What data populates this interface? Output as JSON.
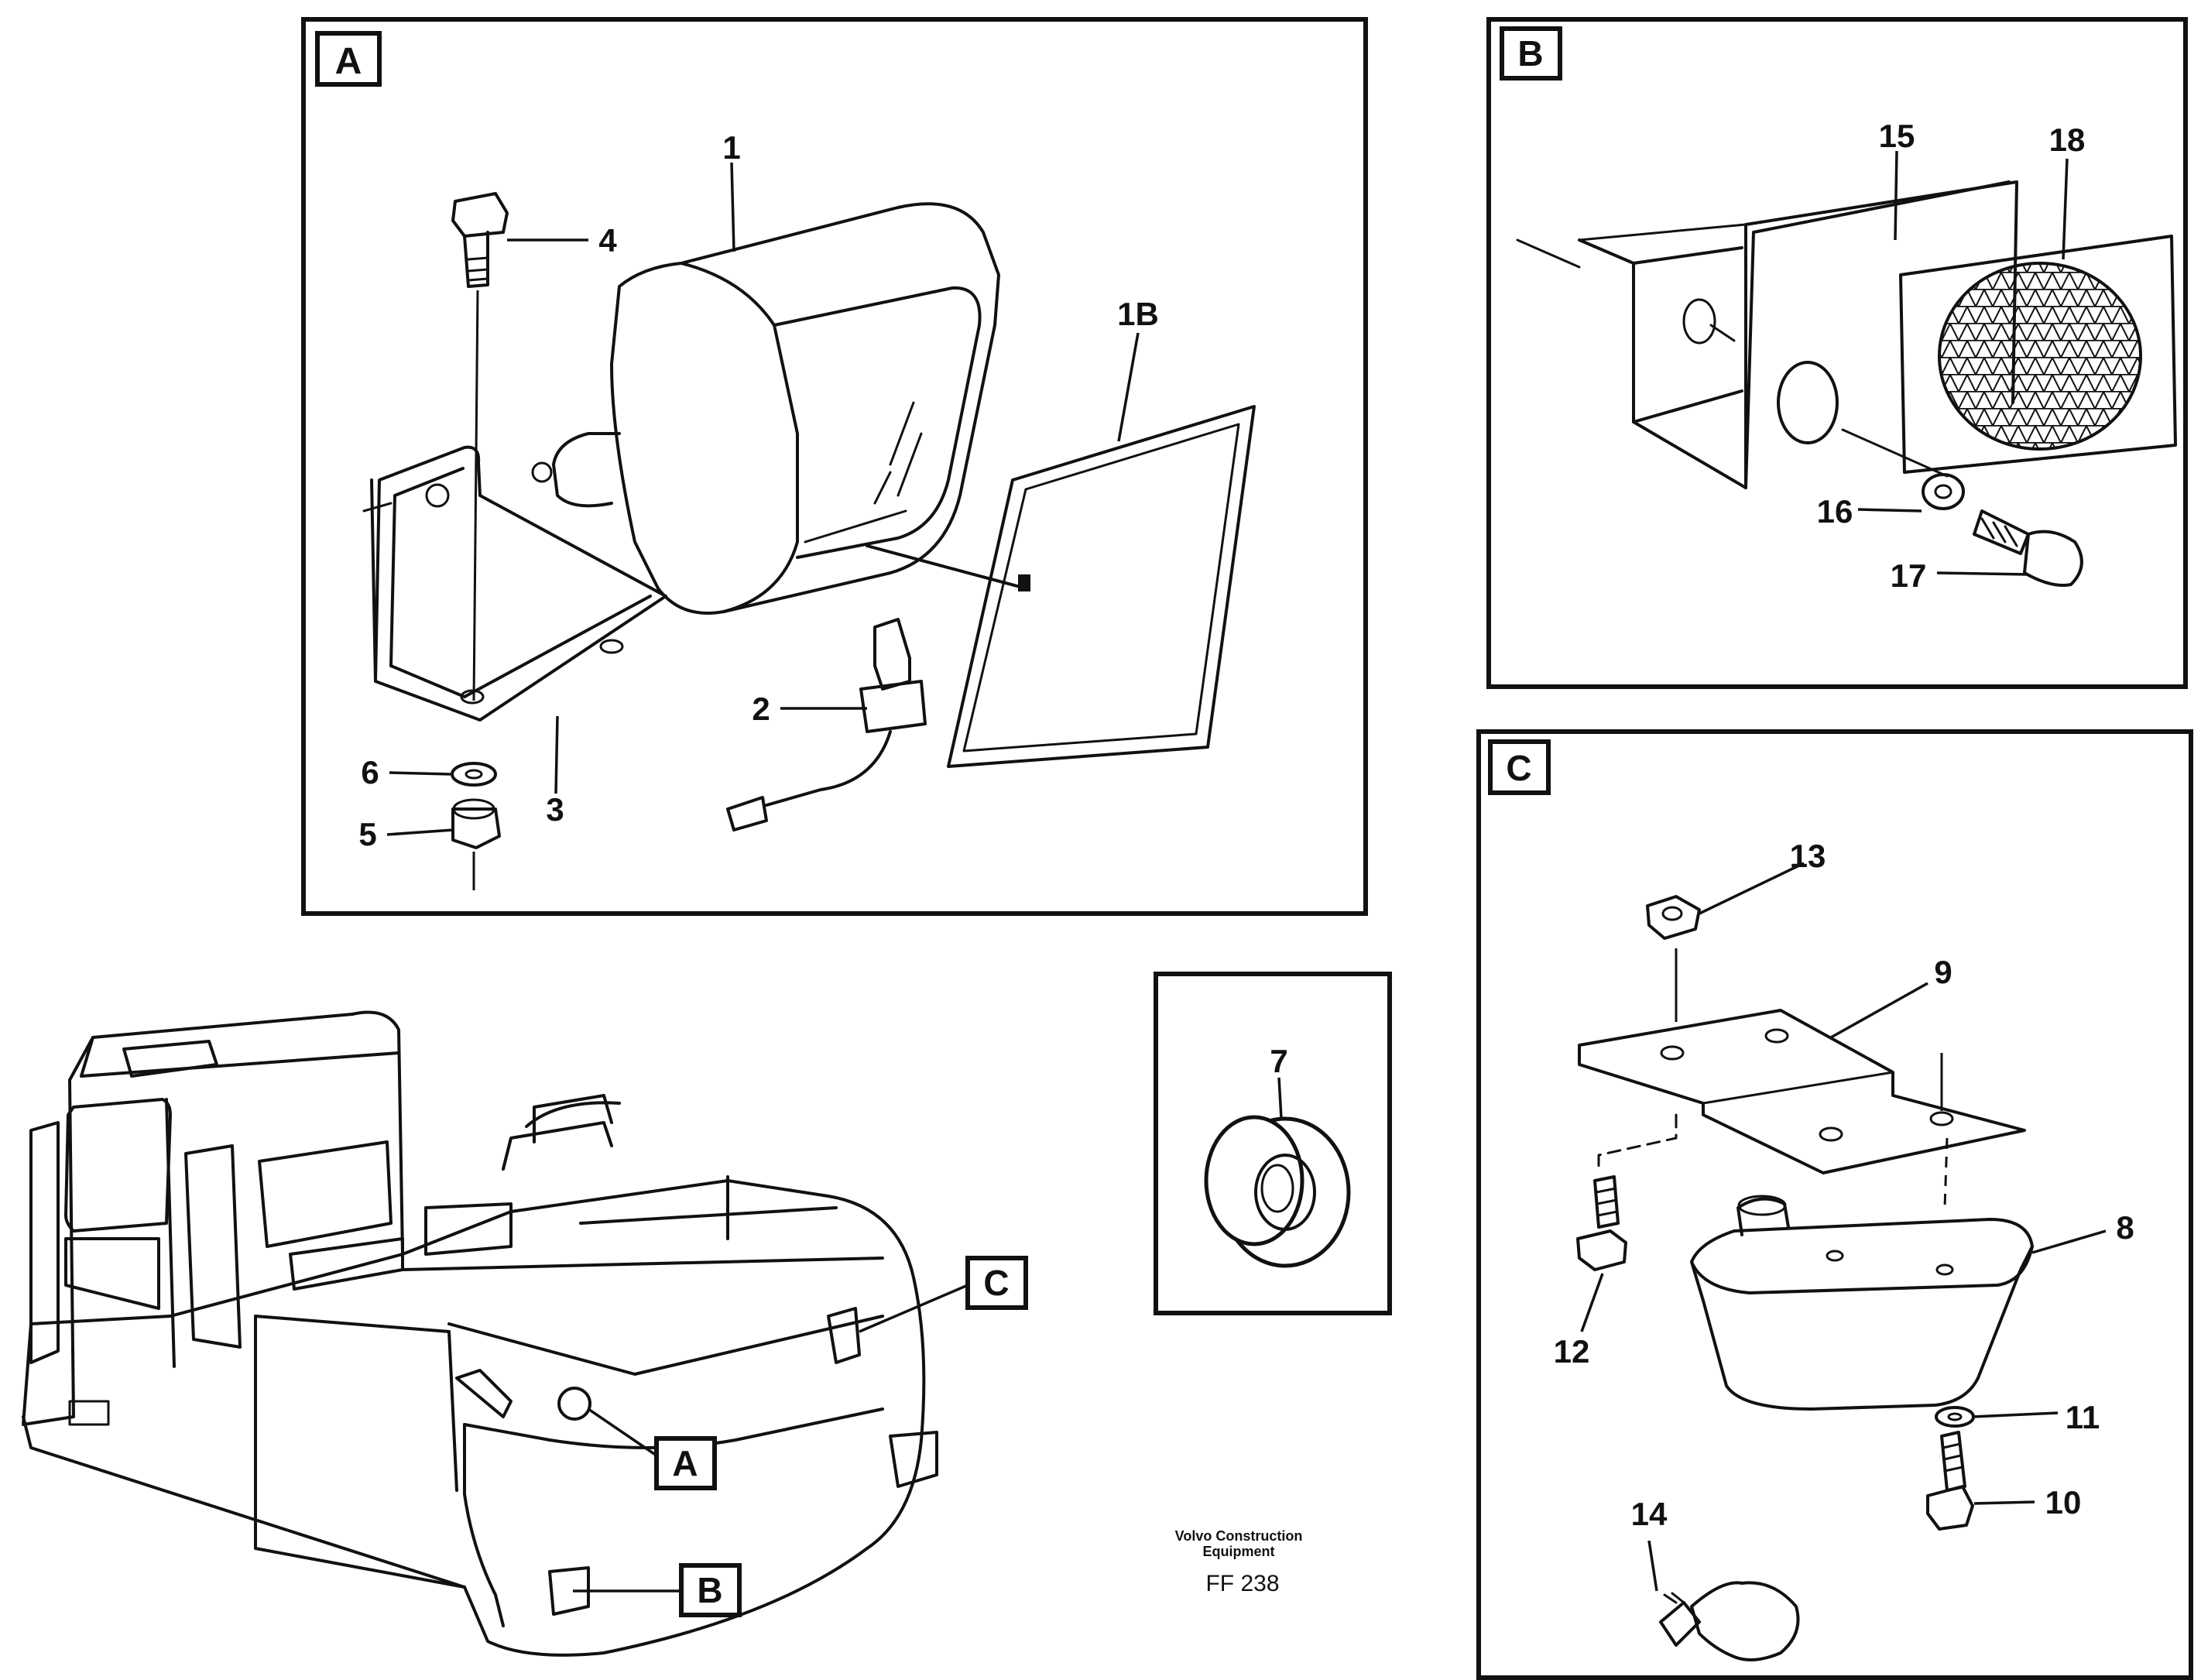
{
  "panels": {
    "a": {
      "letter": "A"
    },
    "b": {
      "letter": "B"
    },
    "c": {
      "letter": "C"
    }
  },
  "callouts": {
    "p1": "1",
    "p1b": "1B",
    "p2": "2",
    "p3": "3",
    "p4": "4",
    "p5": "5",
    "p6": "6",
    "p7": "7",
    "p8": "8",
    "p9": "9",
    "p10": "10",
    "p11": "11",
    "p12": "12",
    "p13": "13",
    "p14": "14",
    "p15": "15",
    "p16": "16",
    "p17": "17",
    "p18": "18"
  },
  "machine_tags": {
    "a": "A",
    "b": "B",
    "c": "C"
  },
  "footer": {
    "company_line1": "Volvo Construction",
    "company_line2": "Equipment",
    "figure_code": "FF 238"
  }
}
